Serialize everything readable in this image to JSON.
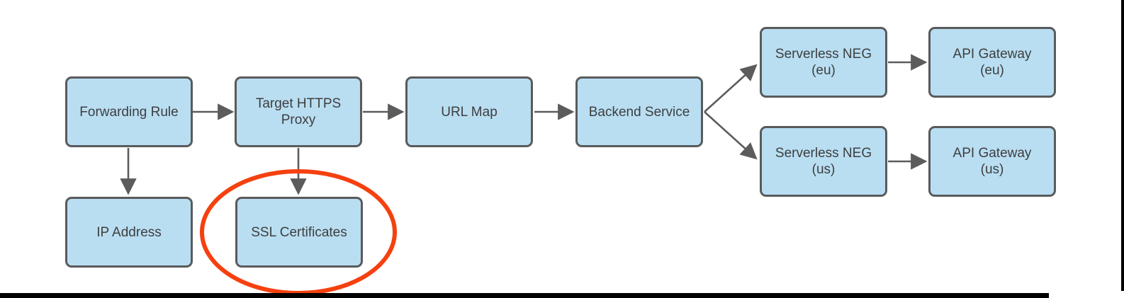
{
  "diagram": {
    "nodes": [
      {
        "id": "forwarding-rule",
        "label": "Forwarding Rule"
      },
      {
        "id": "target-https-proxy",
        "label": "Target HTTPS\nProxy"
      },
      {
        "id": "url-map",
        "label": "URL Map"
      },
      {
        "id": "backend-service",
        "label": "Backend Service"
      },
      {
        "id": "serverless-neg-eu",
        "label": "Serverless NEG\n(eu)"
      },
      {
        "id": "api-gateway-eu",
        "label": "API Gateway\n(eu)"
      },
      {
        "id": "serverless-neg-us",
        "label": "Serverless NEG\n(us)"
      },
      {
        "id": "api-gateway-us",
        "label": "API Gateway\n(us)"
      },
      {
        "id": "ip-address",
        "label": "IP Address"
      },
      {
        "id": "ssl-certificates",
        "label": "SSL Certificates"
      }
    ],
    "edges": [
      {
        "from": "Forwarding Rule",
        "to": "Target HTTPS Proxy"
      },
      {
        "from": "Target HTTPS Proxy",
        "to": "URL Map"
      },
      {
        "from": "URL Map",
        "to": "Backend Service"
      },
      {
        "from": "Backend Service",
        "to": "Serverless NEG (eu)"
      },
      {
        "from": "Backend Service",
        "to": "Serverless NEG (us)"
      },
      {
        "from": "Serverless NEG (eu)",
        "to": "API Gateway (eu)"
      },
      {
        "from": "Serverless NEG (us)",
        "to": "API Gateway (us)"
      },
      {
        "from": "Forwarding Rule",
        "to": "IP Address"
      },
      {
        "from": "Target HTTPS Proxy",
        "to": "SSL Certificates"
      }
    ],
    "annotation": {
      "shape": "ellipse",
      "highlights": "SSL Certificates",
      "color": "#f5400f"
    },
    "colors": {
      "background": "#ffffff",
      "node_fill": "#b9def2",
      "node_border": "#595a5c",
      "node_text": "#3e3e3e",
      "arrow": "#5c5c5c",
      "highlight": "#f5400f",
      "frame": "#000000"
    }
  }
}
